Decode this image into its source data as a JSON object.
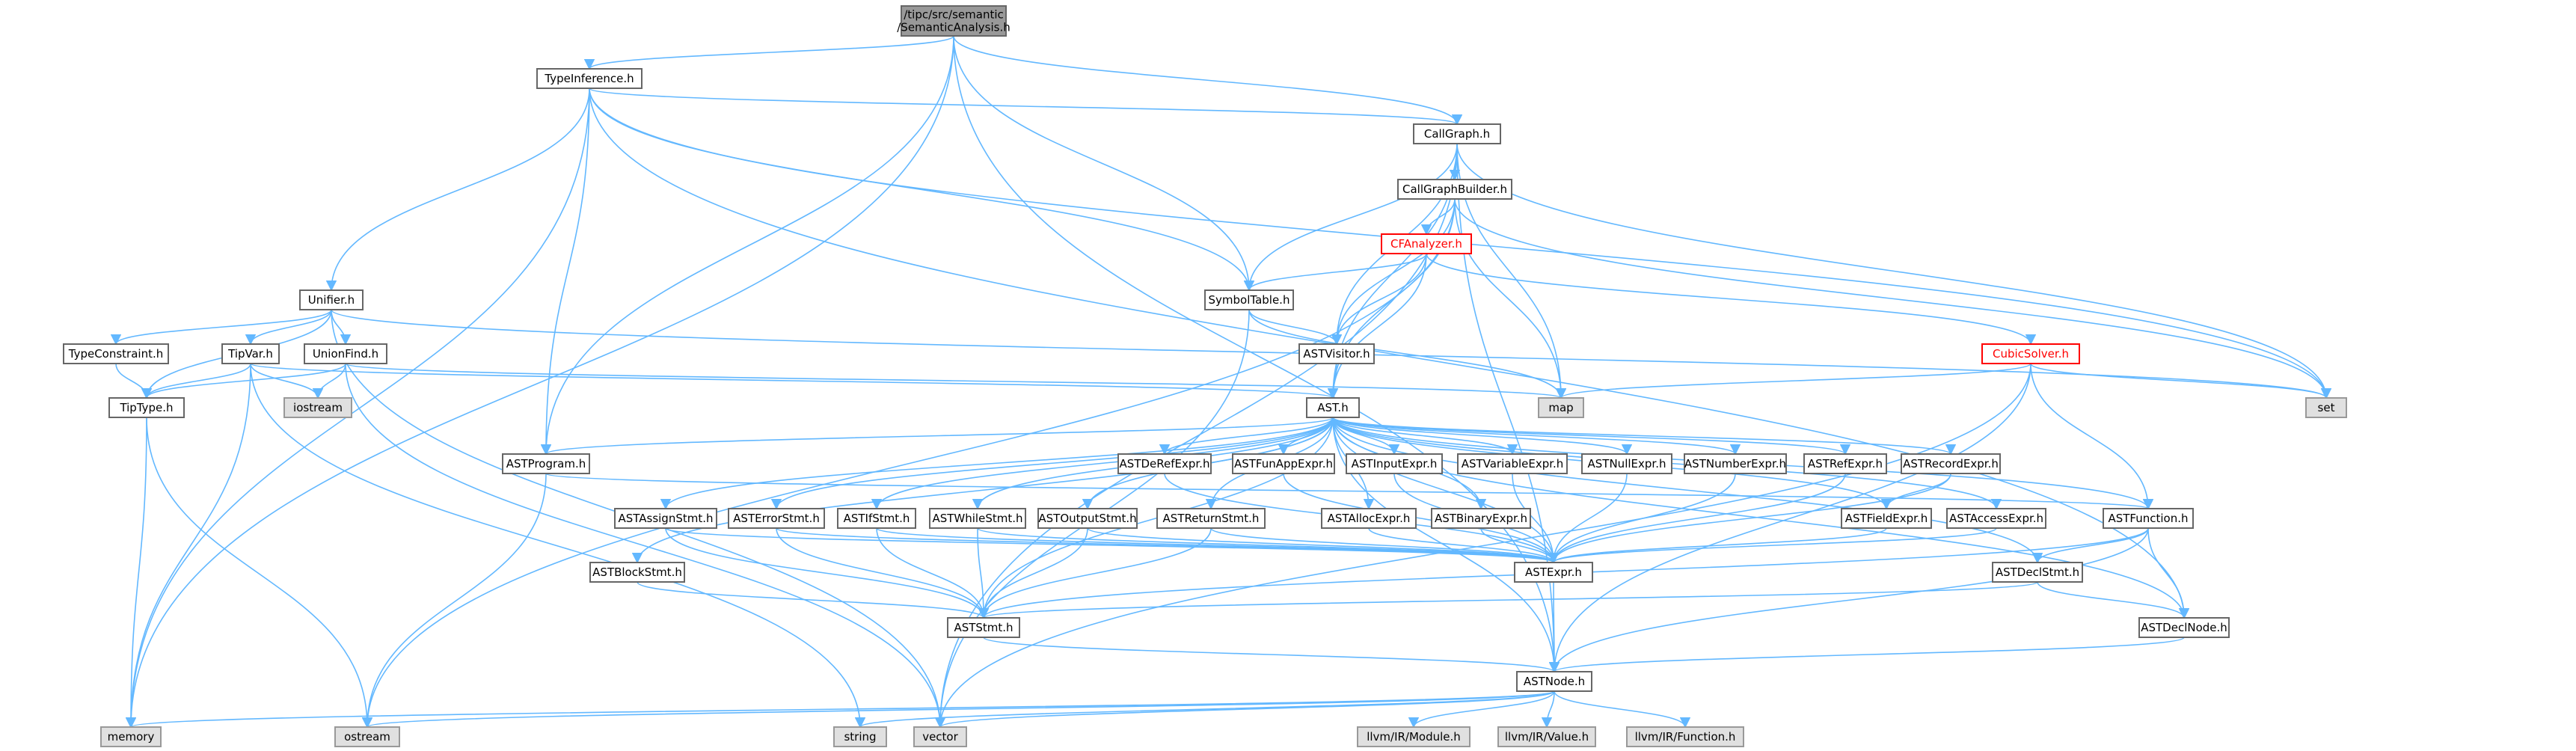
{
  "colors": {
    "edge": "#63b8ff",
    "node_fill": "#ffffff",
    "node_border": "#666666",
    "root_fill": "#999999",
    "root_border": "#666666",
    "error_border": "#ff0000",
    "system_fill": "#e0e0e0",
    "system_border": "#999999",
    "text": "#000000",
    "error_text": "#ff0000"
  },
  "nodes": [
    {
      "id": "root",
      "lines": [
        "/tipc/src/semantic",
        "/SemanticAnalysis.h"
      ],
      "kind": "root"
    },
    {
      "id": "TypeInference",
      "lines": [
        "TypeInference.h"
      ],
      "kind": "file"
    },
    {
      "id": "CallGraph",
      "lines": [
        "CallGraph.h"
      ],
      "kind": "file"
    },
    {
      "id": "CallGraphBuilder",
      "lines": [
        "CallGraphBuilder.h"
      ],
      "kind": "file"
    },
    {
      "id": "CFAnalyzer",
      "lines": [
        "CFAnalyzer.h"
      ],
      "kind": "truncated"
    },
    {
      "id": "SymbolTable",
      "lines": [
        "SymbolTable.h"
      ],
      "kind": "file"
    },
    {
      "id": "Unifier",
      "lines": [
        "Unifier.h"
      ],
      "kind": "file"
    },
    {
      "id": "TypeConstraint",
      "lines": [
        "TypeConstraint.h"
      ],
      "kind": "file"
    },
    {
      "id": "TipVar",
      "lines": [
        "TipVar.h"
      ],
      "kind": "file"
    },
    {
      "id": "UnionFind",
      "lines": [
        "UnionFind.h"
      ],
      "kind": "file"
    },
    {
      "id": "TipType",
      "lines": [
        "TipType.h"
      ],
      "kind": "file"
    },
    {
      "id": "iostream",
      "lines": [
        "iostream"
      ],
      "kind": "system"
    },
    {
      "id": "ASTVisitor",
      "lines": [
        "ASTVisitor.h"
      ],
      "kind": "file"
    },
    {
      "id": "CubicSolver",
      "lines": [
        "CubicSolver.h"
      ],
      "kind": "truncated"
    },
    {
      "id": "map",
      "lines": [
        "map"
      ],
      "kind": "system"
    },
    {
      "id": "set",
      "lines": [
        "set"
      ],
      "kind": "system"
    },
    {
      "id": "AST",
      "lines": [
        "AST.h"
      ],
      "kind": "file"
    },
    {
      "id": "ASTProgram",
      "lines": [
        "ASTProgram.h"
      ],
      "kind": "file"
    },
    {
      "id": "ASTDeRefExpr",
      "lines": [
        "ASTDeRefExpr.h"
      ],
      "kind": "file"
    },
    {
      "id": "ASTFunAppExpr",
      "lines": [
        "ASTFunAppExpr.h"
      ],
      "kind": "file"
    },
    {
      "id": "ASTInputExpr",
      "lines": [
        "ASTInputExpr.h"
      ],
      "kind": "file"
    },
    {
      "id": "ASTVariableExpr",
      "lines": [
        "ASTVariableExpr.h"
      ],
      "kind": "file"
    },
    {
      "id": "ASTNullExpr",
      "lines": [
        "ASTNullExpr.h"
      ],
      "kind": "file"
    },
    {
      "id": "ASTNumberExpr",
      "lines": [
        "ASTNumberExpr.h"
      ],
      "kind": "file"
    },
    {
      "id": "ASTRefExpr",
      "lines": [
        "ASTRefExpr.h"
      ],
      "kind": "file"
    },
    {
      "id": "ASTRecordExpr",
      "lines": [
        "ASTRecordExpr.h"
      ],
      "kind": "file"
    },
    {
      "id": "ASTAssignStmt",
      "lines": [
        "ASTAssignStmt.h"
      ],
      "kind": "file"
    },
    {
      "id": "ASTErrorStmt",
      "lines": [
        "ASTErrorStmt.h"
      ],
      "kind": "file"
    },
    {
      "id": "ASTIfStmt",
      "lines": [
        "ASTIfStmt.h"
      ],
      "kind": "file"
    },
    {
      "id": "ASTWhileStmt",
      "lines": [
        "ASTWhileStmt.h"
      ],
      "kind": "file"
    },
    {
      "id": "ASTOutputStmt",
      "lines": [
        "ASTOutputStmt.h"
      ],
      "kind": "file"
    },
    {
      "id": "ASTReturnStmt",
      "lines": [
        "ASTReturnStmt.h"
      ],
      "kind": "file"
    },
    {
      "id": "ASTAllocExpr",
      "lines": [
        "ASTAllocExpr.h"
      ],
      "kind": "file"
    },
    {
      "id": "ASTBinaryExpr",
      "lines": [
        "ASTBinaryExpr.h"
      ],
      "kind": "file"
    },
    {
      "id": "ASTFieldExpr",
      "lines": [
        "ASTFieldExpr.h"
      ],
      "kind": "file"
    },
    {
      "id": "ASTAccessExpr",
      "lines": [
        "ASTAccessExpr.h"
      ],
      "kind": "file"
    },
    {
      "id": "ASTFunction",
      "lines": [
        "ASTFunction.h"
      ],
      "kind": "file"
    },
    {
      "id": "ASTBlockStmt",
      "lines": [
        "ASTBlockStmt.h"
      ],
      "kind": "file"
    },
    {
      "id": "ASTExpr",
      "lines": [
        "ASTExpr.h"
      ],
      "kind": "file"
    },
    {
      "id": "ASTDeclStmt",
      "lines": [
        "ASTDeclStmt.h"
      ],
      "kind": "file"
    },
    {
      "id": "ASTStmt",
      "lines": [
        "ASTStmt.h"
      ],
      "kind": "file"
    },
    {
      "id": "ASTDeclNode",
      "lines": [
        "ASTDeclNode.h"
      ],
      "kind": "file"
    },
    {
      "id": "ASTNode",
      "lines": [
        "ASTNode.h"
      ],
      "kind": "file"
    },
    {
      "id": "memory",
      "lines": [
        "memory"
      ],
      "kind": "system"
    },
    {
      "id": "ostream",
      "lines": [
        "ostream"
      ],
      "kind": "system"
    },
    {
      "id": "string",
      "lines": [
        "string"
      ],
      "kind": "system"
    },
    {
      "id": "vector",
      "lines": [
        "vector"
      ],
      "kind": "system"
    },
    {
      "id": "llvmModule",
      "lines": [
        "llvm/IR/Module.h"
      ],
      "kind": "system"
    },
    {
      "id": "llvmValue",
      "lines": [
        "llvm/IR/Value.h"
      ],
      "kind": "system"
    },
    {
      "id": "llvmFunction",
      "lines": [
        "llvm/IR/Function.h"
      ],
      "kind": "system"
    }
  ],
  "edges": [
    [
      "root",
      "memory"
    ],
    [
      "root",
      "TypeInference"
    ],
    [
      "root",
      "ASTProgram"
    ],
    [
      "root",
      "SymbolTable"
    ],
    [
      "root",
      "CallGraph"
    ],
    [
      "root",
      "ASTNode"
    ],
    [
      "TypeInference",
      "memory"
    ],
    [
      "TypeInference",
      "Unifier"
    ],
    [
      "TypeInference",
      "ASTProgram"
    ],
    [
      "TypeInference",
      "SymbolTable"
    ],
    [
      "TypeInference",
      "CallGraph"
    ],
    [
      "TypeInference",
      "ASTDeclNode"
    ],
    [
      "TypeInference",
      "set"
    ],
    [
      "CallGraph",
      "CallGraphBuilder"
    ],
    [
      "CallGraph",
      "SymbolTable"
    ],
    [
      "CallGraph",
      "ASTVisitor"
    ],
    [
      "CallGraph",
      "AST"
    ],
    [
      "CallGraph",
      "map"
    ],
    [
      "CallGraph",
      "set"
    ],
    [
      "CallGraph",
      "ASTNode"
    ],
    [
      "CallGraph",
      "vector"
    ],
    [
      "CallGraphBuilder",
      "CFAnalyzer"
    ],
    [
      "CallGraphBuilder",
      "ASTVisitor"
    ],
    [
      "CallGraphBuilder",
      "AST"
    ],
    [
      "CallGraphBuilder",
      "map"
    ],
    [
      "CallGraphBuilder",
      "set"
    ],
    [
      "CallGraphBuilder",
      "ostream"
    ],
    [
      "CFAnalyzer",
      "SymbolTable"
    ],
    [
      "CFAnalyzer",
      "ASTVisitor"
    ],
    [
      "CFAnalyzer",
      "AST"
    ],
    [
      "CFAnalyzer",
      "CubicSolver"
    ],
    [
      "SymbolTable",
      "ASTVisitor"
    ],
    [
      "SymbolTable",
      "map"
    ],
    [
      "SymbolTable",
      "vector"
    ],
    [
      "Unifier",
      "TypeConstraint"
    ],
    [
      "Unifier",
      "TipVar"
    ],
    [
      "Unifier",
      "UnionFind"
    ],
    [
      "Unifier",
      "TipType"
    ],
    [
      "Unifier",
      "vector"
    ],
    [
      "Unifier",
      "set"
    ],
    [
      "TypeConstraint",
      "TipType"
    ],
    [
      "TipVar",
      "TipType"
    ],
    [
      "TipVar",
      "AST"
    ],
    [
      "TipVar",
      "iostream"
    ],
    [
      "TipVar",
      "memory"
    ],
    [
      "TipVar",
      "string"
    ],
    [
      "UnionFind",
      "TipType"
    ],
    [
      "UnionFind",
      "iostream"
    ],
    [
      "UnionFind",
      "map"
    ],
    [
      "UnionFind",
      "vector"
    ],
    [
      "TipType",
      "memory"
    ],
    [
      "TipType",
      "ostream"
    ],
    [
      "ASTVisitor",
      "AST"
    ],
    [
      "CubicSolver",
      "map"
    ],
    [
      "CubicSolver",
      "set"
    ],
    [
      "CubicSolver",
      "ASTFunction"
    ],
    [
      "CubicSolver",
      "ASTNode"
    ],
    [
      "CubicSolver",
      "vector"
    ],
    [
      "AST",
      "ASTProgram"
    ],
    [
      "AST",
      "ASTDeRefExpr"
    ],
    [
      "AST",
      "ASTFunAppExpr"
    ],
    [
      "AST",
      "ASTInputExpr"
    ],
    [
      "AST",
      "ASTVariableExpr"
    ],
    [
      "AST",
      "ASTNullExpr"
    ],
    [
      "AST",
      "ASTNumberExpr"
    ],
    [
      "AST",
      "ASTRefExpr"
    ],
    [
      "AST",
      "ASTRecordExpr"
    ],
    [
      "AST",
      "ASTAssignStmt"
    ],
    [
      "AST",
      "ASTErrorStmt"
    ],
    [
      "AST",
      "ASTIfStmt"
    ],
    [
      "AST",
      "ASTWhileStmt"
    ],
    [
      "AST",
      "ASTOutputStmt"
    ],
    [
      "AST",
      "ASTReturnStmt"
    ],
    [
      "AST",
      "ASTAllocExpr"
    ],
    [
      "AST",
      "ASTBinaryExpr"
    ],
    [
      "AST",
      "ASTFieldExpr"
    ],
    [
      "AST",
      "ASTAccessExpr"
    ],
    [
      "AST",
      "ASTFunction"
    ],
    [
      "AST",
      "ASTBlockStmt"
    ],
    [
      "AST",
      "ASTExpr"
    ],
    [
      "AST",
      "ASTDeclStmt"
    ],
    [
      "AST",
      "ASTStmt"
    ],
    [
      "AST",
      "ASTDeclNode"
    ],
    [
      "AST",
      "ASTNode"
    ],
    [
      "ASTProgram",
      "ASTFunction"
    ],
    [
      "ASTProgram",
      "ostream"
    ],
    [
      "ASTDeRefExpr",
      "ASTExpr"
    ],
    [
      "ASTFunAppExpr",
      "ASTExpr"
    ],
    [
      "ASTInputExpr",
      "ASTExpr"
    ],
    [
      "ASTVariableExpr",
      "ASTExpr"
    ],
    [
      "ASTNullExpr",
      "ASTExpr"
    ],
    [
      "ASTNumberExpr",
      "ASTExpr"
    ],
    [
      "ASTRefExpr",
      "ASTExpr"
    ],
    [
      "ASTRecordExpr",
      "ASTExpr"
    ],
    [
      "ASTRecordExpr",
      "ASTFieldExpr"
    ],
    [
      "ASTAssignStmt",
      "ASTExpr"
    ],
    [
      "ASTAssignStmt",
      "ASTStmt"
    ],
    [
      "ASTErrorStmt",
      "ASTExpr"
    ],
    [
      "ASTErrorStmt",
      "ASTStmt"
    ],
    [
      "ASTIfStmt",
      "ASTExpr"
    ],
    [
      "ASTIfStmt",
      "ASTStmt"
    ],
    [
      "ASTWhileStmt",
      "ASTExpr"
    ],
    [
      "ASTWhileStmt",
      "ASTStmt"
    ],
    [
      "ASTOutputStmt",
      "ASTExpr"
    ],
    [
      "ASTOutputStmt",
      "ASTStmt"
    ],
    [
      "ASTReturnStmt",
      "ASTExpr"
    ],
    [
      "ASTReturnStmt",
      "ASTStmt"
    ],
    [
      "ASTAllocExpr",
      "ASTExpr"
    ],
    [
      "ASTBinaryExpr",
      "ASTExpr"
    ],
    [
      "ASTFieldExpr",
      "ASTExpr"
    ],
    [
      "ASTAccessExpr",
      "ASTExpr"
    ],
    [
      "ASTFunction",
      "ASTDeclStmt"
    ],
    [
      "ASTFunction",
      "ASTDeclNode"
    ],
    [
      "ASTFunction",
      "ASTStmt"
    ],
    [
      "ASTFunction",
      "ASTNode"
    ],
    [
      "ASTBlockStmt",
      "ASTStmt"
    ],
    [
      "ASTExpr",
      "ASTNode"
    ],
    [
      "ASTDeclStmt",
      "ASTStmt"
    ],
    [
      "ASTDeclStmt",
      "ASTDeclNode"
    ],
    [
      "ASTStmt",
      "ASTNode"
    ],
    [
      "ASTDeclNode",
      "ASTNode"
    ],
    [
      "ASTNode",
      "memory"
    ],
    [
      "ASTNode",
      "ostream"
    ],
    [
      "ASTNode",
      "string"
    ],
    [
      "ASTNode",
      "vector"
    ],
    [
      "ASTNode",
      "llvmModule"
    ],
    [
      "ASTNode",
      "llvmValue"
    ],
    [
      "ASTNode",
      "llvmFunction"
    ]
  ]
}
